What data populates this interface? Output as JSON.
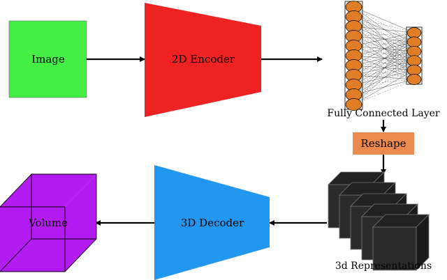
{
  "nodes": {
    "image": {
      "label": "Image",
      "color": "#44ee44"
    },
    "encoder": {
      "label": "2D Encoder",
      "color": "#ee2222"
    },
    "fc_layer": {
      "label": "Fully Connected Layer",
      "color": "#e07e28"
    },
    "reshape": {
      "label": "Reshape",
      "color": "#ea8a4c"
    },
    "representations": {
      "label": "3d Representations",
      "color": "#2b2b2b"
    },
    "decoder": {
      "label": "3D Decoder",
      "color": "#2297f0"
    },
    "volume": {
      "label": "Volume",
      "color": "#b31cf0"
    }
  },
  "edges": [
    {
      "from": "image",
      "to": "encoder"
    },
    {
      "from": "encoder",
      "to": "fc_layer"
    },
    {
      "from": "fc_layer",
      "to": "reshape"
    },
    {
      "from": "reshape",
      "to": "representations"
    },
    {
      "from": "representations",
      "to": "decoder"
    },
    {
      "from": "decoder",
      "to": "volume"
    }
  ],
  "icons": [
    "neural-network-icon",
    "cube-stack-icon",
    "volume-cube-icon"
  ]
}
